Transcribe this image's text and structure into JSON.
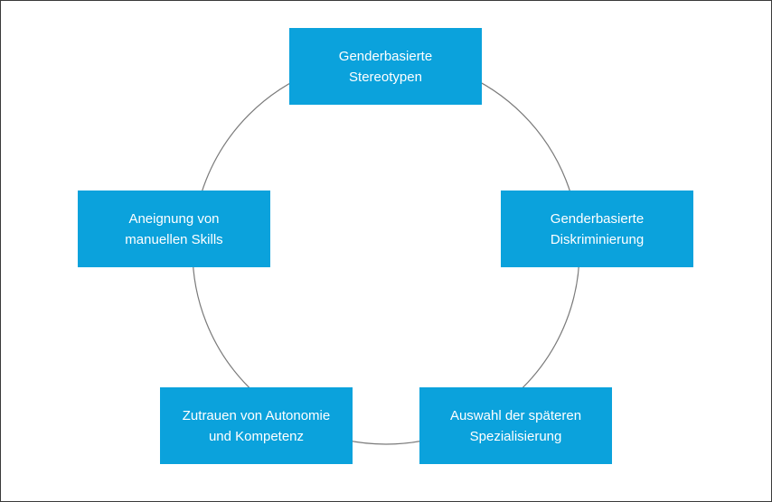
{
  "diagram": {
    "type": "cycle",
    "colors": {
      "node_fill": "#0ba2dc",
      "node_text": "#ffffff",
      "ring": "#7a7a7a",
      "frame": "#3a3a3a"
    },
    "nodes": [
      {
        "line1": "Genderbasierte",
        "line2": "Stereotypen"
      },
      {
        "line1": "Genderbasierte",
        "line2": "Diskriminierung"
      },
      {
        "line1": "Auswahl der späteren",
        "line2": "Spezialisierung"
      },
      {
        "line1": "Zutrauen von Autonomie",
        "line2": "und Kompetenz"
      },
      {
        "line1": "Aneignung von",
        "line2": "manuellen Skills"
      }
    ]
  }
}
